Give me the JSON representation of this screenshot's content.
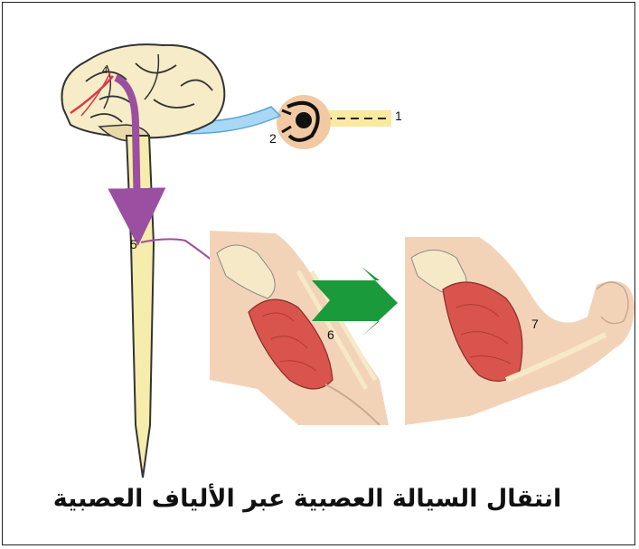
{
  "labels": {
    "step1": "1",
    "step2": "2",
    "step4": "4",
    "step5": "5",
    "step6": "6",
    "step7": "7"
  },
  "caption": "انتقال السيالة العصبية عبر الألياف العصبية",
  "colors": {
    "brain_fill": "#f7ecc8",
    "spinal_cord": "#f6ecab",
    "sensory_arrow": "#a9d8f5",
    "motor_path": "#9b4fa0",
    "direction_arrow": "#1a9a3a",
    "muscle": "#d8544c",
    "skin": "#f3d3b8",
    "stimulus_beam": "#fbe9a0"
  },
  "icons": {
    "eye": "eye-icon",
    "transition": "green-arrow-icon"
  }
}
